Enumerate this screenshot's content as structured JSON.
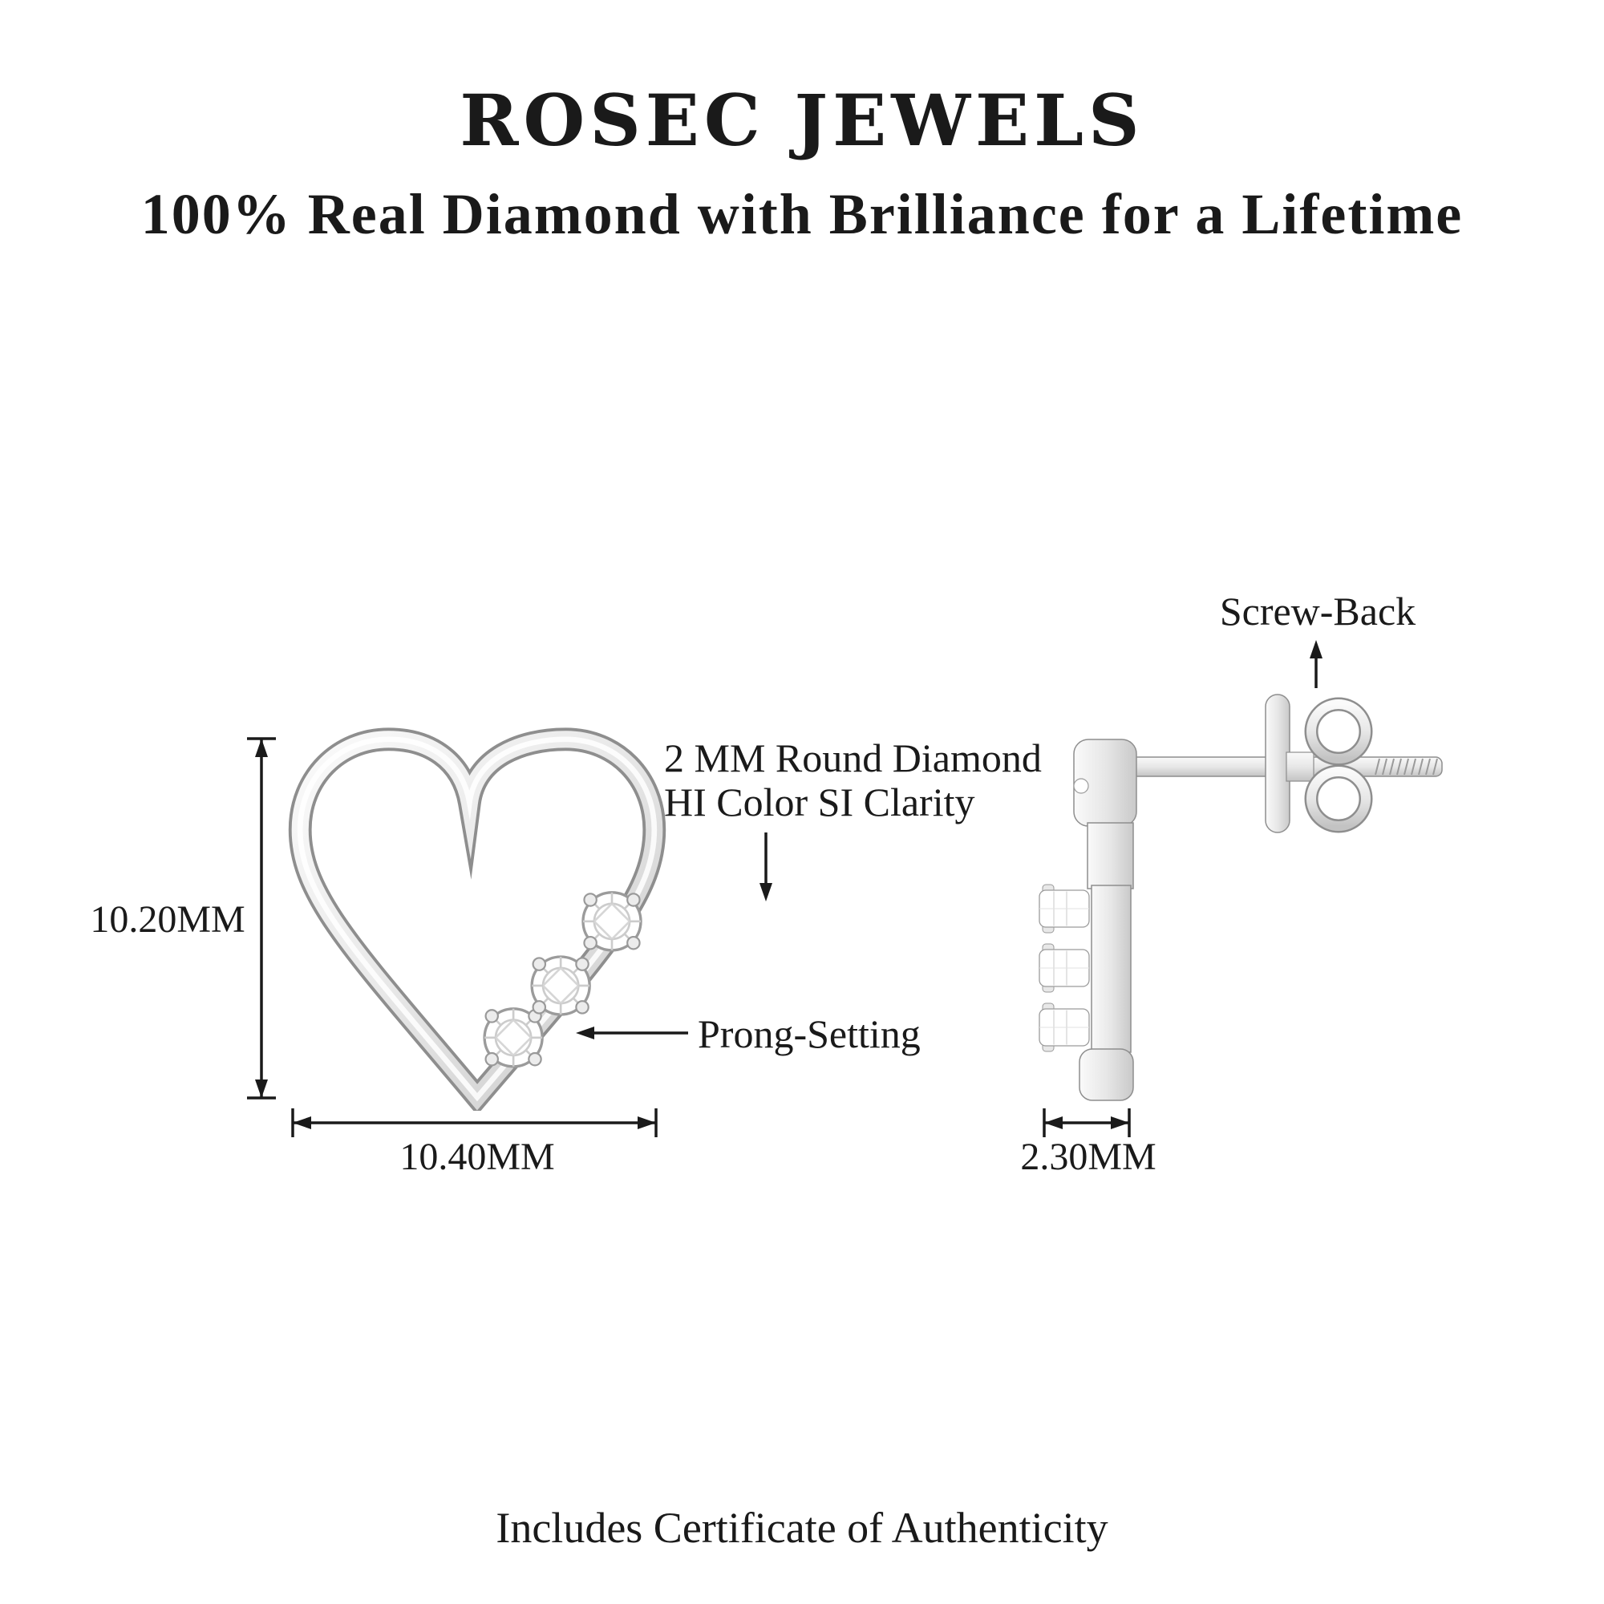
{
  "header": {
    "brand": "ROSEC JEWELS",
    "tagline": "100% Real Diamond with Brilliance for a Lifetime"
  },
  "front_view": {
    "height_label": "10.20MM",
    "width_label": "10.40MM",
    "diamond_note_line1": "2 MM Round Diamond",
    "diamond_note_line2": "HI Color SI Clarity",
    "prong_note": "Prong-Setting"
  },
  "side_view": {
    "screw_back_note": "Screw-Back",
    "thickness_label": "2.30MM"
  },
  "footer": {
    "certificate_note": "Includes Certificate of Authenticity"
  },
  "colors": {
    "text": "#1a1a1a",
    "annotation_line": "#1a1a1a",
    "metal_light": "#fafafa",
    "metal_dark": "#c9c9c9",
    "metal_rim": "#8e8e8e",
    "background": "#ffffff"
  }
}
